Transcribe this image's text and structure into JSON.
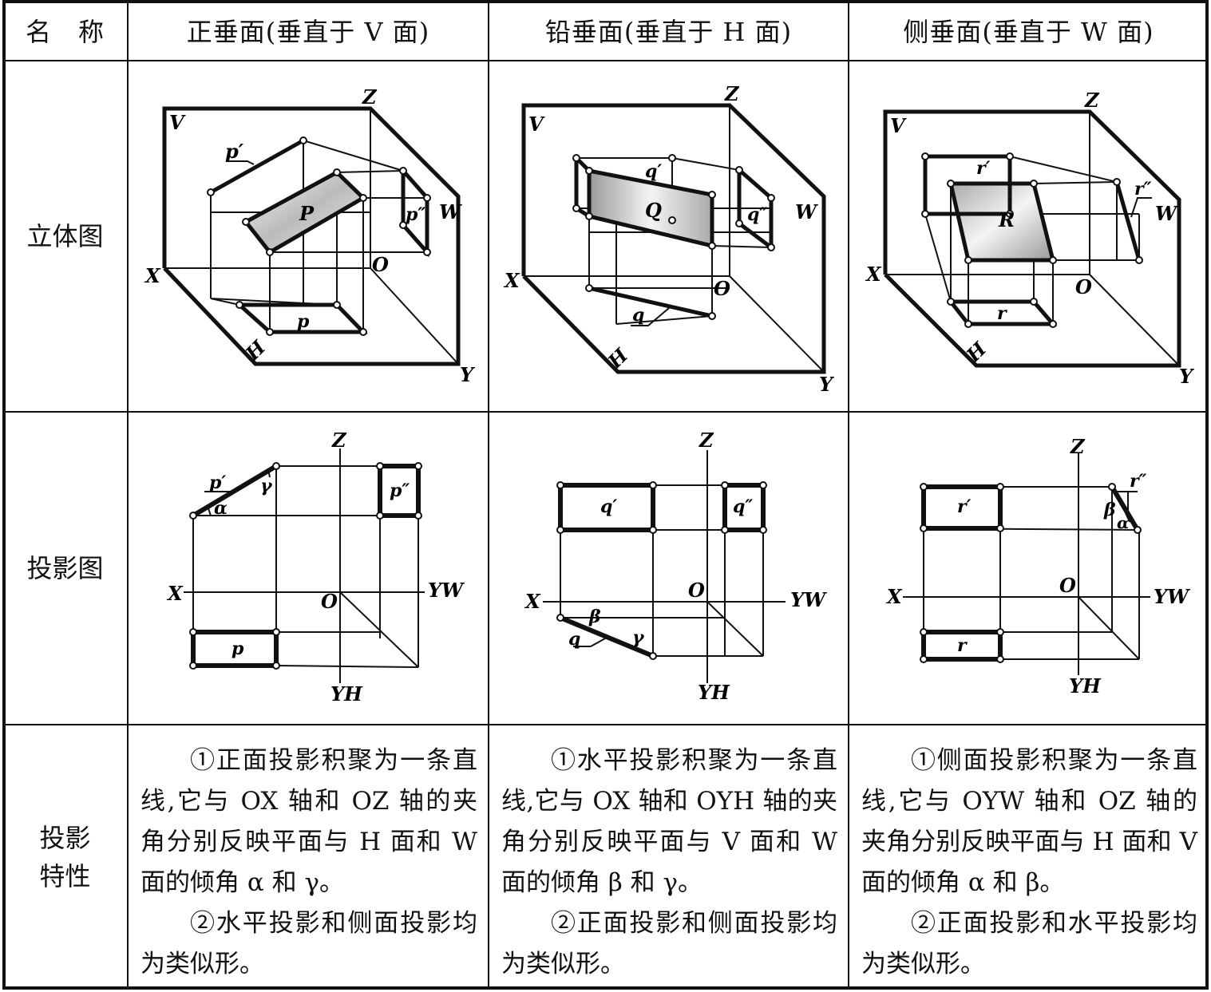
{
  "table": {
    "headers": [
      "名　称",
      "正垂面(垂直于 V 面)",
      "铅垂面(垂直于 H 面)",
      "侧垂面(垂直于 W 面)"
    ],
    "row_labels": {
      "stereo": "立体图",
      "projection": "投影图",
      "properties_line1": "投影",
      "properties_line2": "特性"
    },
    "properties": [
      {
        "p1": "①正面投影积聚为一条直线,它与 OX 轴和 OZ 轴的夹角分别反映平面与 H 面和 W 面的倾角 α 和 γ。",
        "p2": "②水平投影和侧面投影均为类似形。"
      },
      {
        "p1": "①水平投影积聚为一条直线,它与 OX 轴和 OYH 轴的夹角分别反映平面与 V 面和 W 面的倾角 β 和 γ。",
        "p2": "②正面投影和侧面投影均为类似形。"
      },
      {
        "p1": "①侧面投影积聚为一条直线,它与 OYW 轴和 OZ 轴的夹角分别反映平面与 H 面和 V 面的倾角 α 和 β。",
        "p2": "②正面投影和水平投影均为类似形。"
      }
    ]
  },
  "diagram_labels": {
    "axes": {
      "x": "X",
      "y": "Y",
      "z": "Z",
      "o": "O",
      "yw": "YW",
      "yh": "YH"
    },
    "planes": {
      "v": "V",
      "h": "H",
      "w": "W"
    },
    "col1": {
      "plane": "P",
      "front": "p′",
      "top": "p",
      "side": "p″",
      "a1": "α",
      "a2": "γ"
    },
    "col2": {
      "plane": "Q",
      "front": "q′",
      "top": "q",
      "side": "q″",
      "a1": "β",
      "a2": "γ"
    },
    "col3": {
      "plane": "R",
      "front": "r′",
      "top": "r",
      "side": "r″",
      "a1": "α",
      "a2": "β"
    }
  }
}
